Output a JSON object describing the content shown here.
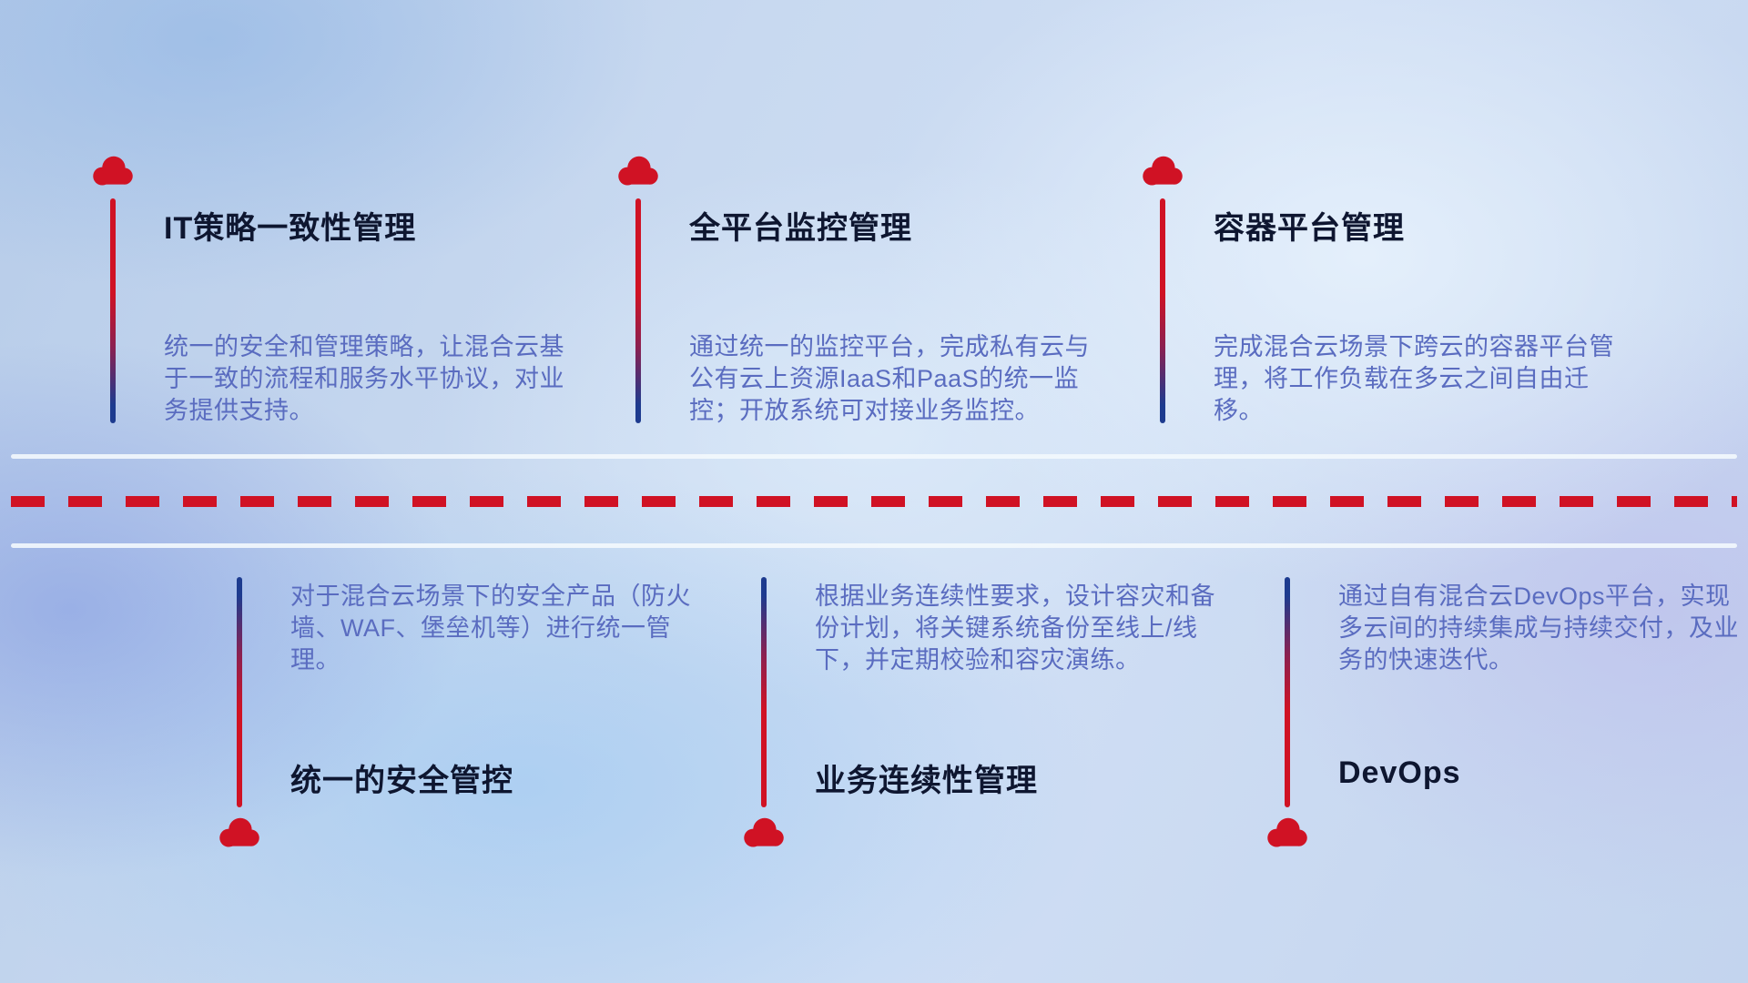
{
  "colors": {
    "accent_red": "#d01224",
    "line_blue": "#1d3b8f",
    "title_color": "#0e1630",
    "desc_color": "#5a6cc0"
  },
  "top_items": [
    {
      "title": "IT策略一致性管理",
      "desc": "统一的安全和管理策略，让混合云基于一致的流程和服务水平协议，对业务提供支持。"
    },
    {
      "title": "全平台监控管理",
      "desc": "通过统一的监控平台，完成私有云与公有云上资源IaaS和PaaS的统一监控；开放系统可对接业务监控。"
    },
    {
      "title": "容器平台管理",
      "desc": "完成混合云场景下跨云的容器平台管理，将工作负载在多云之间自由迁移。"
    }
  ],
  "bottom_items": [
    {
      "title": "统一的安全管控",
      "desc": "对于混合云场景下的安全产品（防火墙、WAF、堡垒机等）进行统一管理。"
    },
    {
      "title": "业务连续性管理",
      "desc": "根据业务连续性要求，设计容灾和备份计划，将关键系统备份至线上/线下，并定期校验和容灾演练。"
    },
    {
      "title": "DevOps",
      "desc": "通过自有混合云DevOps平台，实现多云间的持续集成与持续交付，及业务的快速迭代。"
    }
  ]
}
